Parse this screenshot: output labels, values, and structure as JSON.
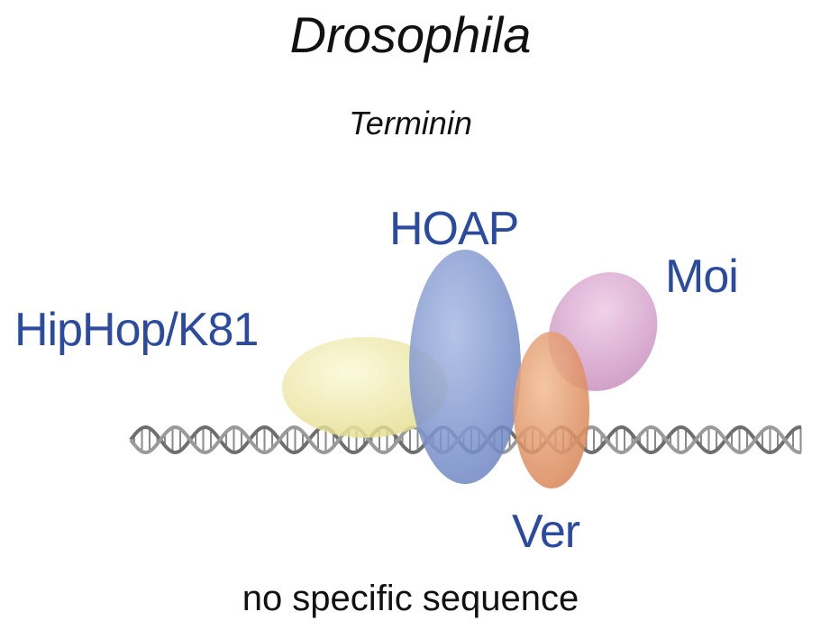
{
  "title": "Drosophila",
  "subtitle": "Terminin",
  "caption": "no specific sequence",
  "proteins": {
    "hiphop": {
      "label": "HipHop/K81",
      "color": "#efe9a6"
    },
    "hoap": {
      "label": "HOAP",
      "color": "#7e97cf"
    },
    "moi": {
      "label": "Moi",
      "color": "#d6a2cc"
    },
    "ver": {
      "label": "Ver",
      "color": "#e29a6f"
    }
  },
  "label_color": "#2b4ba0",
  "dna_color": "#6e6e6e"
}
